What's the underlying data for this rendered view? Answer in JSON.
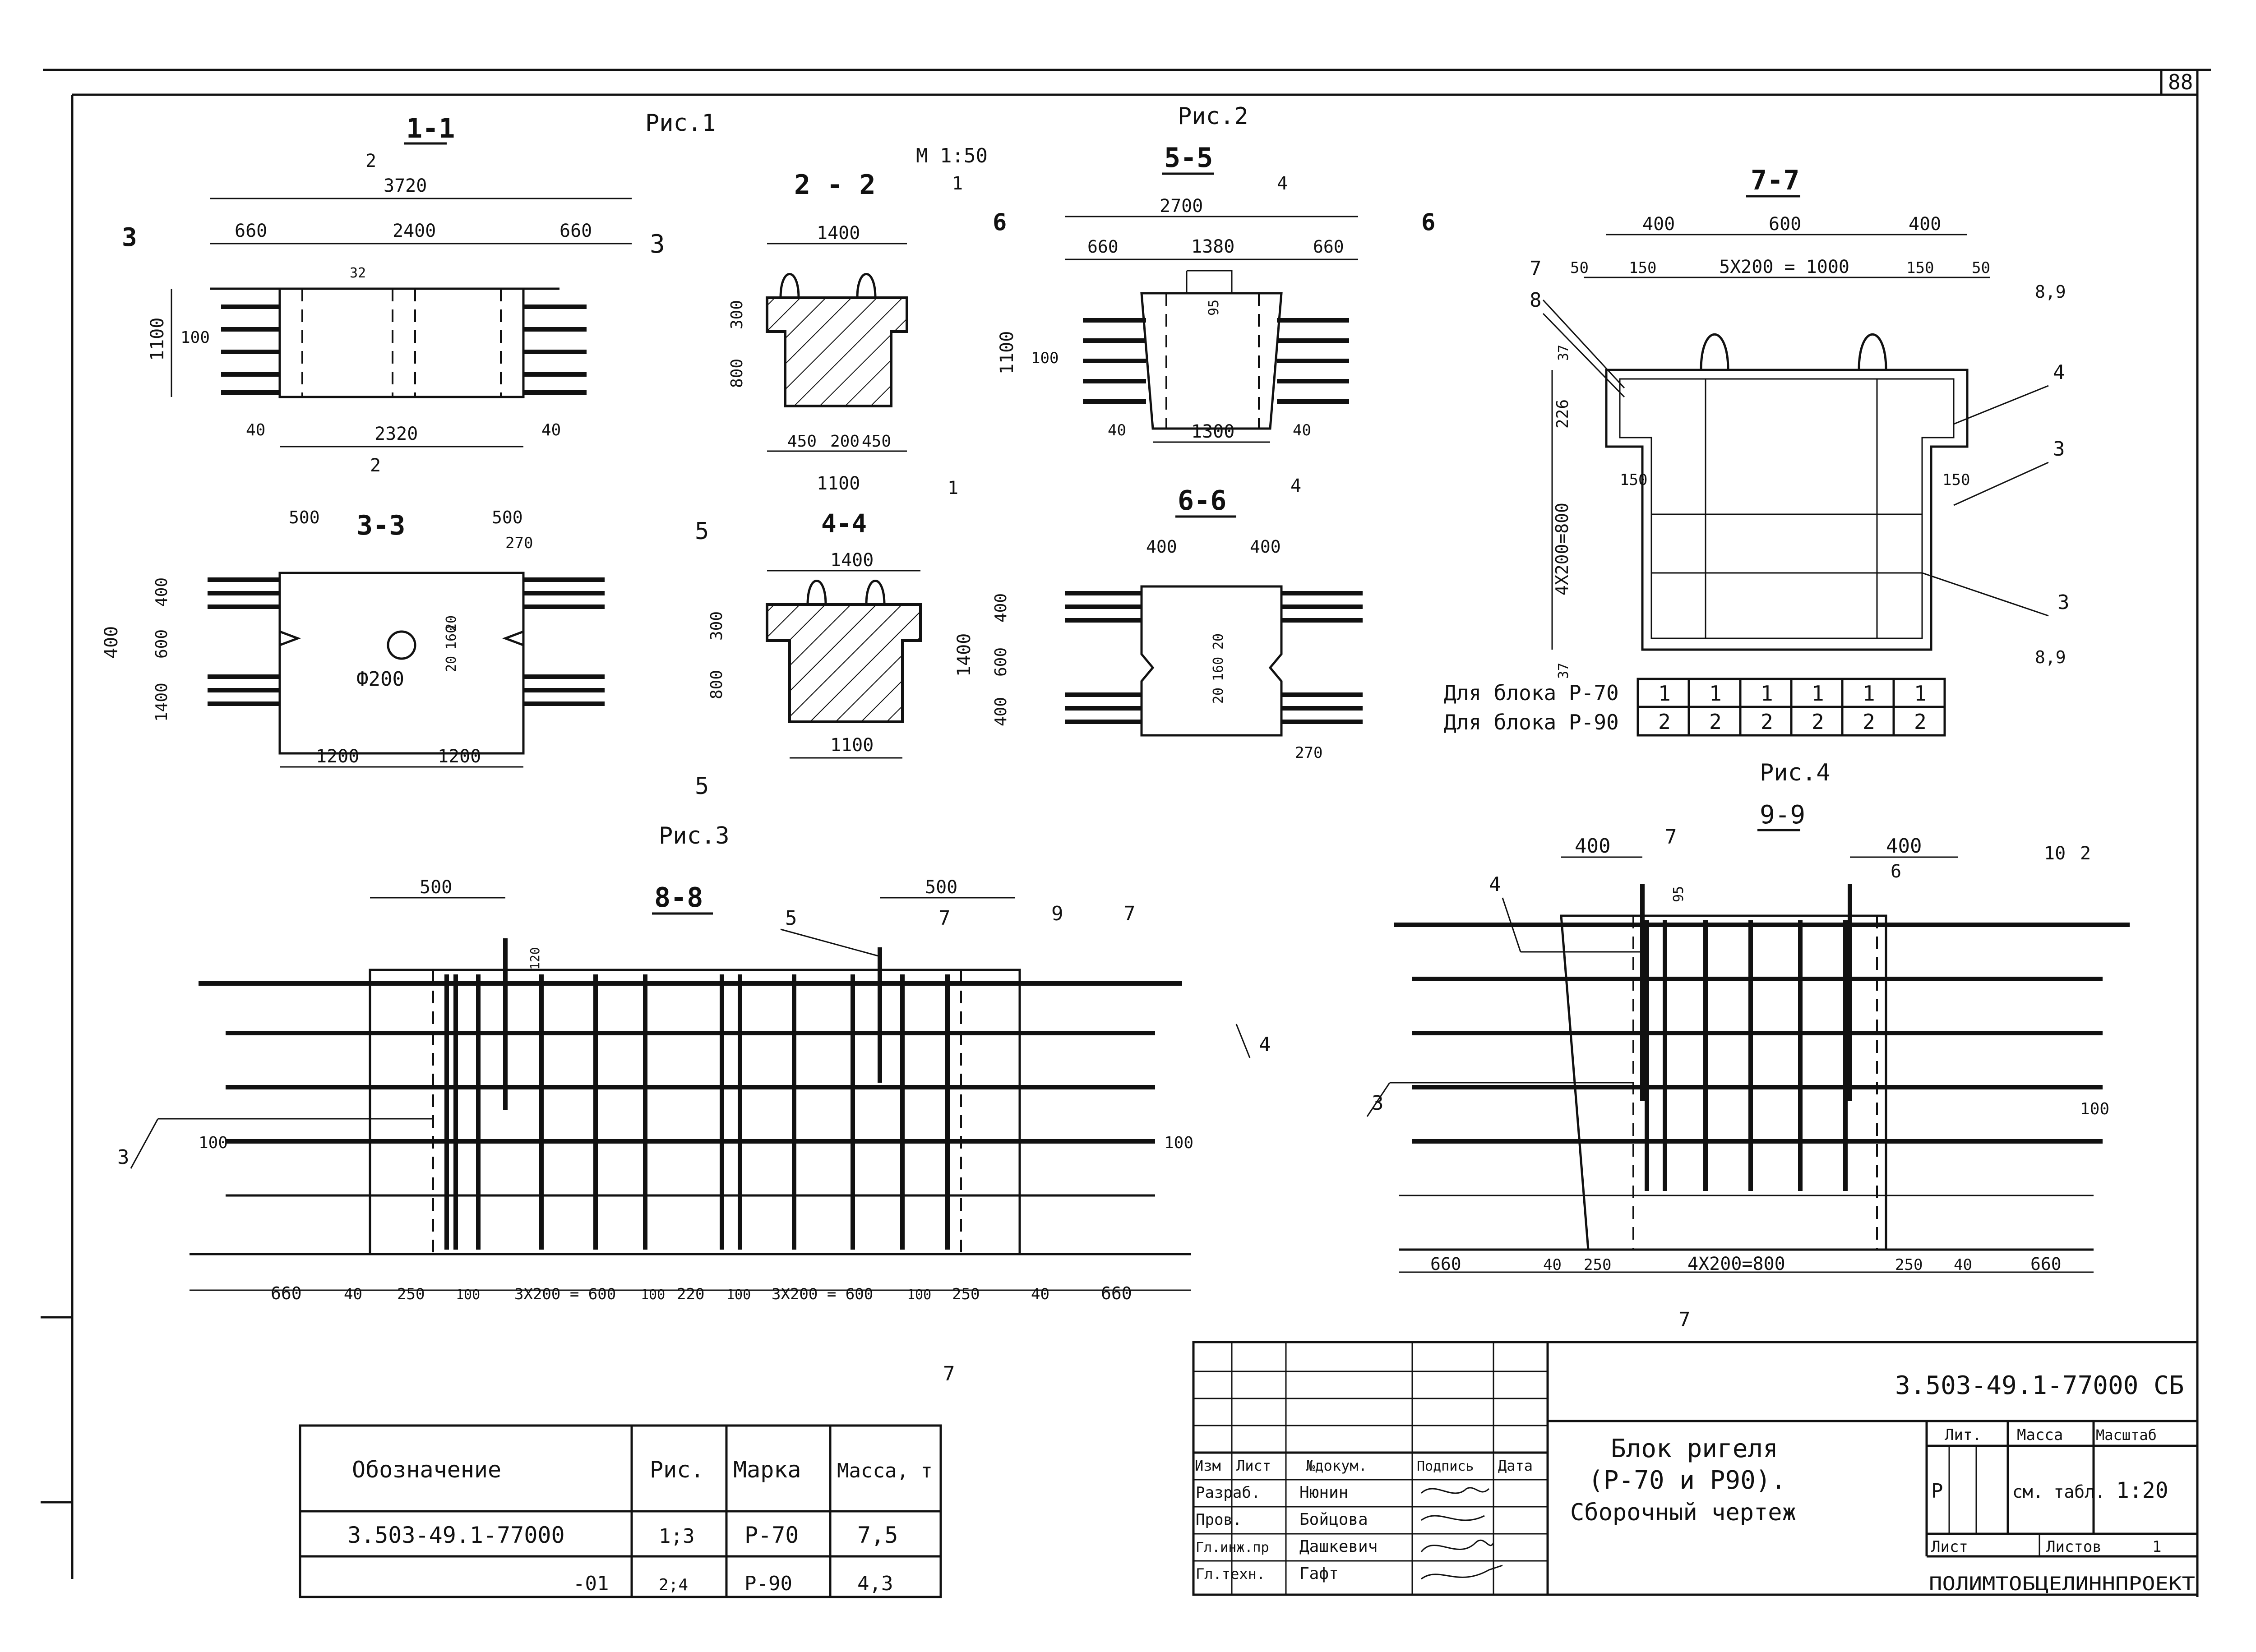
{
  "sheet_number": "88",
  "figures": {
    "fig1": "Рис.1",
    "fig2": "Рис.2",
    "fig3": "Рис.3",
    "fig4": "Рис.4"
  },
  "scale_note": "М 1:50",
  "sections": {
    "s11": {
      "title": "1-1",
      "dims": [
        "3720",
        "660",
        "2400",
        "660",
        "1100",
        "100",
        "40",
        "2320",
        "40",
        "32"
      ],
      "cut": [
        "2",
        "2",
        "3",
        "3"
      ]
    },
    "s22": {
      "title": "2 - 2",
      "dims": [
        "1400",
        "300",
        "800",
        "450",
        "200",
        "450",
        "1100"
      ],
      "cut": [
        "1",
        "1"
      ]
    },
    "s33": {
      "title": "3-3",
      "dims": [
        "500",
        "500",
        "270",
        "400",
        "600",
        "400",
        "1400",
        "20",
        "160",
        "20",
        "Ф200",
        "1200",
        "1200"
      ]
    },
    "s44": {
      "title": "4-4",
      "dims": [
        "1400",
        "300",
        "800",
        "1100"
      ],
      "cut": [
        "5",
        "5"
      ]
    },
    "s55": {
      "title": "5-5",
      "dims": [
        "2700",
        "660",
        "1380",
        "660",
        "1100",
        "95",
        "100",
        "40",
        "1300",
        "40"
      ],
      "cut": [
        "6",
        "6",
        "4",
        "4"
      ]
    },
    "s66": {
      "title": "6-6",
      "dims": [
        "400",
        "400",
        "400",
        "600",
        "400",
        "1400",
        "20",
        "160",
        "20",
        "270"
      ]
    },
    "s77": {
      "title": "7-7",
      "dims": [
        "400",
        "600",
        "400",
        "50",
        "150",
        "5Х200 = 1000",
        "150",
        "50",
        "37",
        "226",
        "4Х200=800",
        "37",
        "150",
        "150"
      ],
      "callouts": [
        "7",
        "8",
        "4",
        "3",
        "3",
        "8,9",
        "8,9"
      ]
    },
    "s88": {
      "title": "8-8",
      "dims": [
        "500",
        "500",
        "120",
        "100",
        "100",
        "660",
        "40",
        "250",
        "100",
        "3Х200 = 600",
        "100",
        "220",
        "100",
        "3Х200 = 600",
        "100",
        "250",
        "40",
        "660"
      ],
      "callouts": [
        "5",
        "7",
        "9",
        "7",
        "4",
        "3",
        "7"
      ]
    },
    "s99": {
      "title": "9-9",
      "dims": [
        "400",
        "400",
        "95",
        "100",
        "660",
        "40",
        "250",
        "4Х200=800",
        "250",
        "40",
        "660"
      ],
      "callouts": [
        "7",
        "4",
        "6",
        "10",
        "2",
        "3",
        "7"
      ]
    }
  },
  "block_table": {
    "rows": [
      {
        "label": "Для блока Р-70",
        "values": [
          "1",
          "1",
          "1",
          "1",
          "1",
          "1"
        ]
      },
      {
        "label": "Для блока Р-90",
        "values": [
          "2",
          "2",
          "2",
          "2",
          "2",
          "2"
        ]
      }
    ]
  },
  "spec_table": {
    "headers": [
      "Обозначение",
      "Рис.",
      "Марка",
      "Масса, т"
    ],
    "rows": [
      [
        "3.503-49.1-77000",
        "1;3",
        "Р-70",
        "7,5"
      ],
      [
        "-01",
        "2;4",
        "Р-90",
        "4,3"
      ]
    ]
  },
  "title_block": {
    "doc_code": "3.503-49.1-77000 СБ",
    "title_lines": [
      "Блок ригеля",
      "(Р-70 и Р90).",
      "Сборочный чертеж"
    ],
    "sign_headers": [
      "Изм",
      "Лист",
      "№докум.",
      "Подпись",
      "Дата"
    ],
    "signers": [
      {
        "role": "Разраб.",
        "name": "Нюнин"
      },
      {
        "role": "Пров.",
        "name": "Бойцова"
      },
      {
        "role": "Гл.инж.пр",
        "name": "Дашкевич"
      },
      {
        "role": "Гл.техн.",
        "name": "Гафт"
      }
    ],
    "stage_label": "Лит.",
    "stage": "Р",
    "mass_label": "Масса",
    "mass": "см. табл.",
    "scale_label": "Масштаб",
    "scale": "1:20",
    "sheet_label": "Лист",
    "sheets_label": "Листов",
    "sheets": "1",
    "org": "ПОЛИМТОБЦЕЛИННПРОЕКТ"
  }
}
